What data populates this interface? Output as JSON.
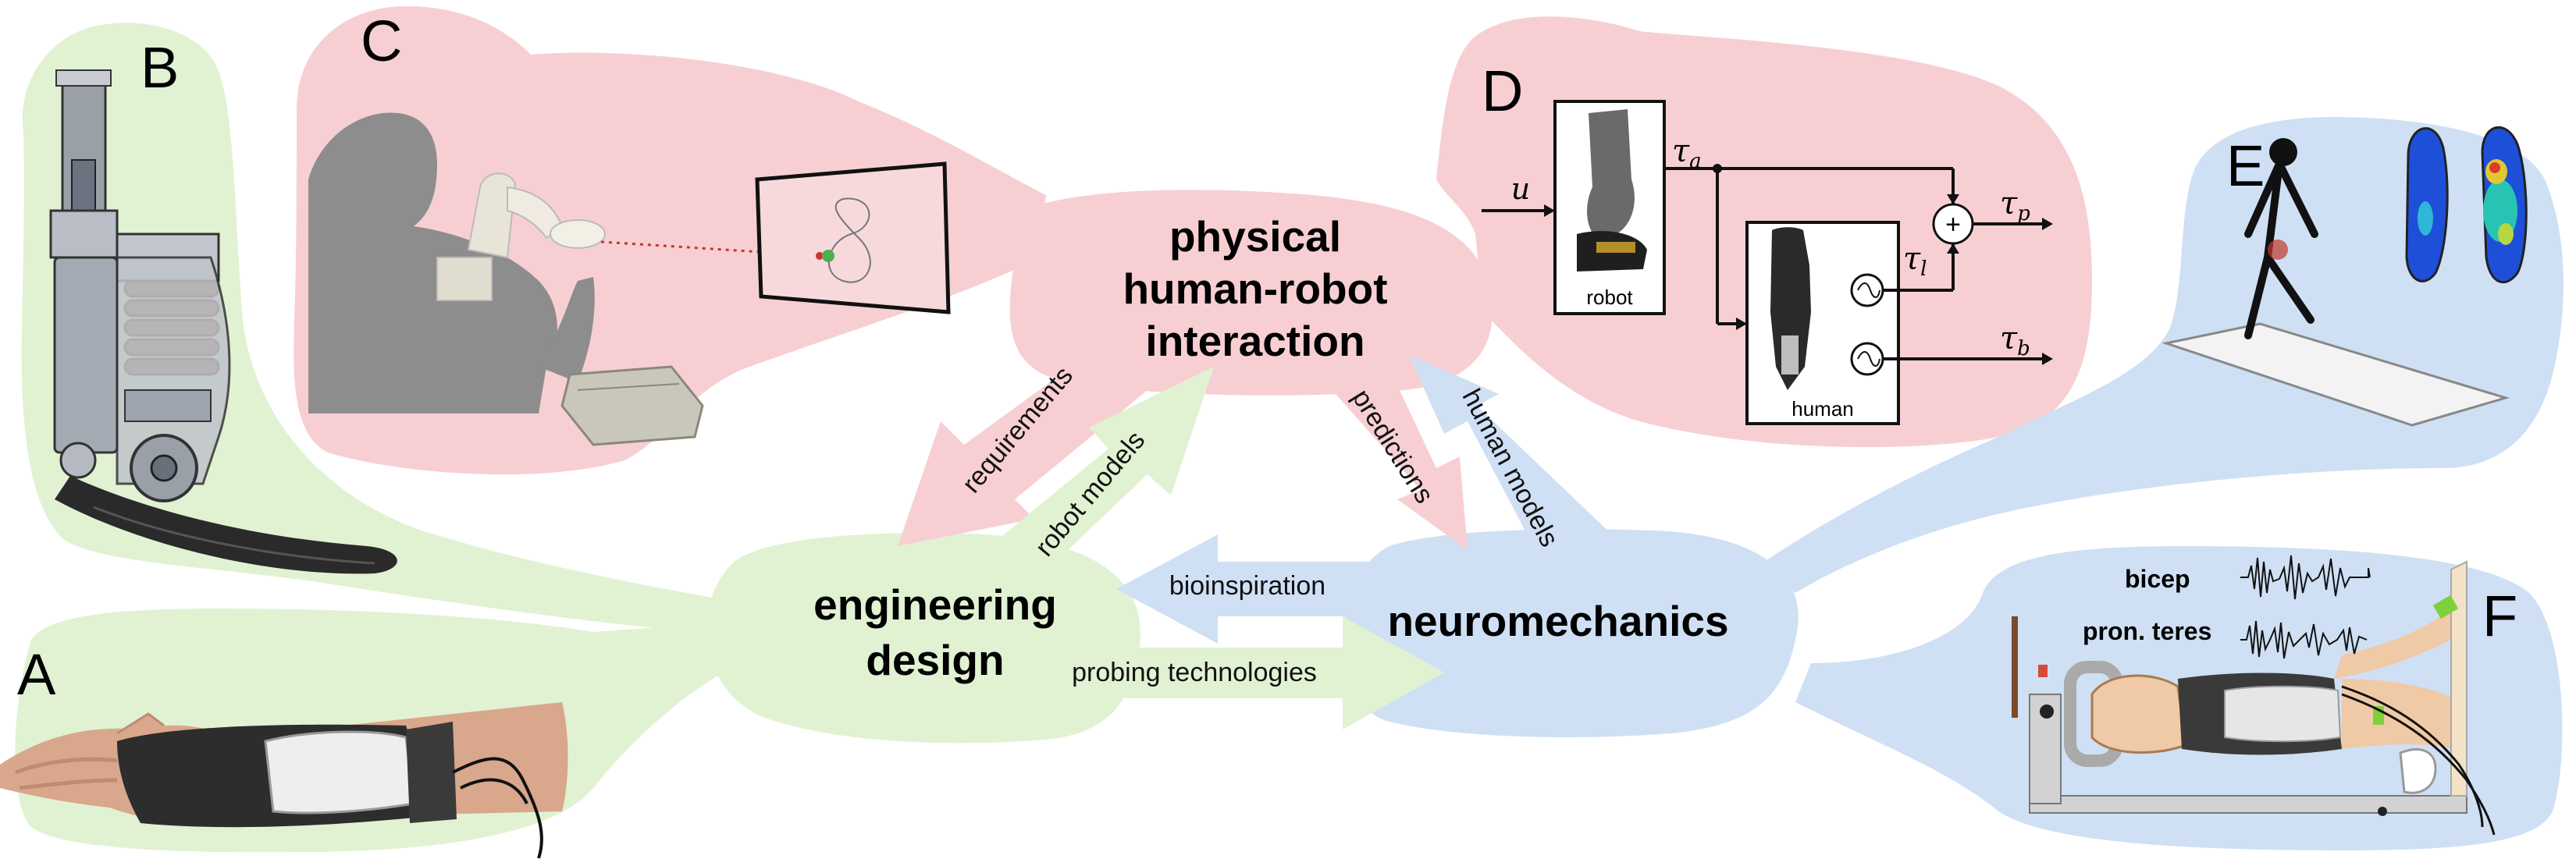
{
  "panels": {
    "a": "A",
    "b": "B",
    "c": "C",
    "d": "D",
    "e": "E",
    "f": "F"
  },
  "hubs": {
    "phri_line1": "physical",
    "phri_line2": "human-robot",
    "phri_line3": "interaction",
    "eng_line1": "engineering",
    "eng_line2": "design",
    "neuro": "neuromechanics"
  },
  "arrows": {
    "requirements": "requirements",
    "robot_models": "robot models",
    "predictions": "predictions",
    "human_models": "human models",
    "bioinspiration": "bioinspiration",
    "probing": "probing technologies"
  },
  "block_diagram": {
    "input": "u",
    "tau_a": "τ",
    "tau_a_sub": "a",
    "tau_l": "τ",
    "tau_l_sub": "l",
    "tau_p": "τ",
    "tau_p_sub": "p",
    "tau_b": "τ",
    "tau_b_sub": "b",
    "sum": "+",
    "robot_label": "robot",
    "human_label": "human"
  },
  "emg": {
    "muscle1": "bicep",
    "muscle2": "pron. teres"
  },
  "colors": {
    "red_region": "#f7cfd3",
    "green_region": "#e1f2d3",
    "blue_region": "#cfe0f4",
    "device_grey": "#8d8d8d"
  }
}
